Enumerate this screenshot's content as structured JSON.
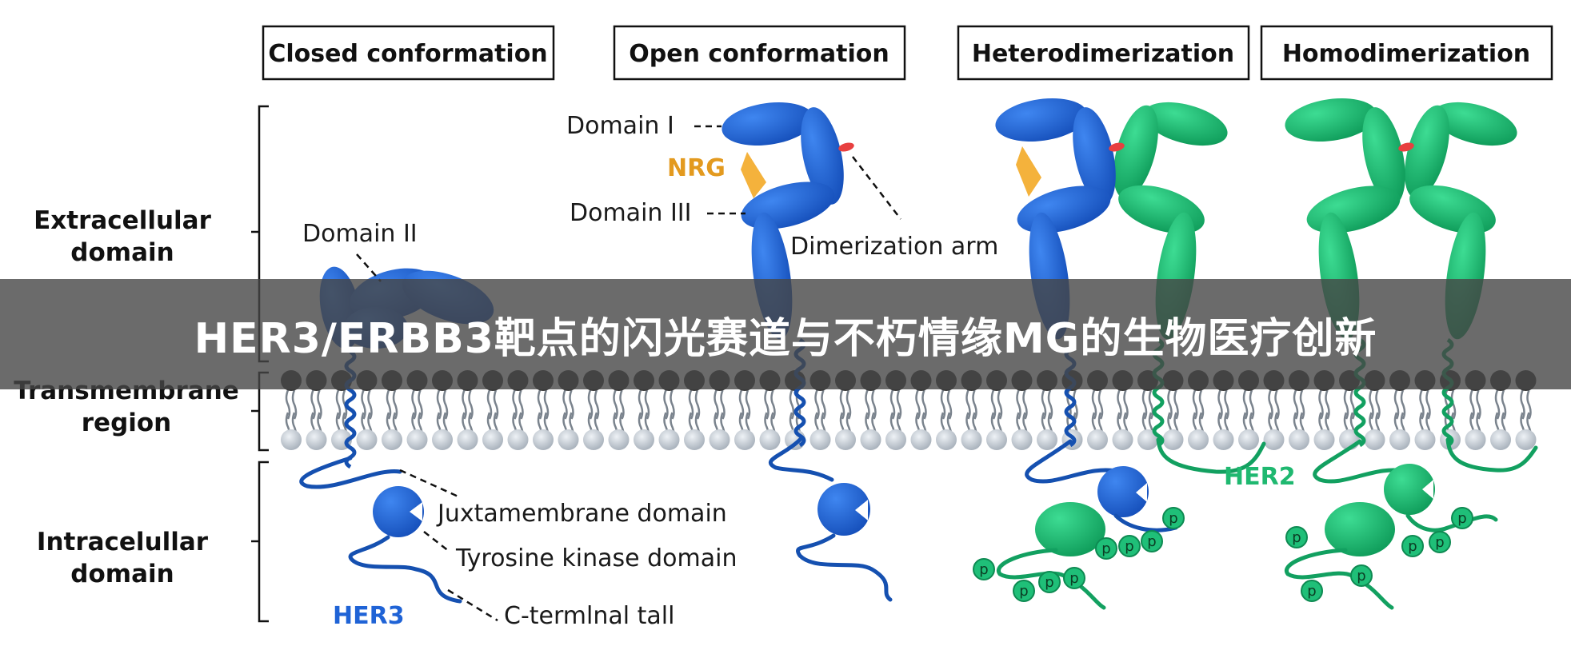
{
  "headers": {
    "closed": "Closed conformation",
    "open": "Open conformation",
    "hetero": "Heterodimerization",
    "homo": "Homodimerization"
  },
  "regions": {
    "extracellular_1": "Extracellular",
    "extracellular_2": "domain",
    "transmembrane_1": "Transmembrane",
    "transmembrane_2": "region",
    "intracellular_1": "Intracelullar",
    "intracellular_2": "domain"
  },
  "labels": {
    "domain_ii": "Domain II",
    "domain_i": "Domain I",
    "domain_iii": "Domain III",
    "nrg": "NRG",
    "dimerization_arm": "Dimerization arm",
    "juxtamembrane": "Juxtamembrane domain",
    "tyrosine_kinase": "Tyrosine kinase domain",
    "c_terminal": "C-termlnal tall",
    "her3": "HER3",
    "her2": "HER2",
    "phospho": "p"
  },
  "banner": {
    "title": "HER3/ERBB3靶点的闪光赛道与不朽情缘MG的生物医疗创新"
  },
  "colors": {
    "her3_blue": "#1f63d6",
    "her3_dark": "#1550b0",
    "her2_green": "#1fbf78",
    "her2_dark": "#12a060",
    "nrg_orange": "#f4b23c",
    "arm_red": "#e84040",
    "membrane_head": "#c6cdd6",
    "membrane_tail": "#7a838d",
    "banner_bg": "#464646"
  }
}
